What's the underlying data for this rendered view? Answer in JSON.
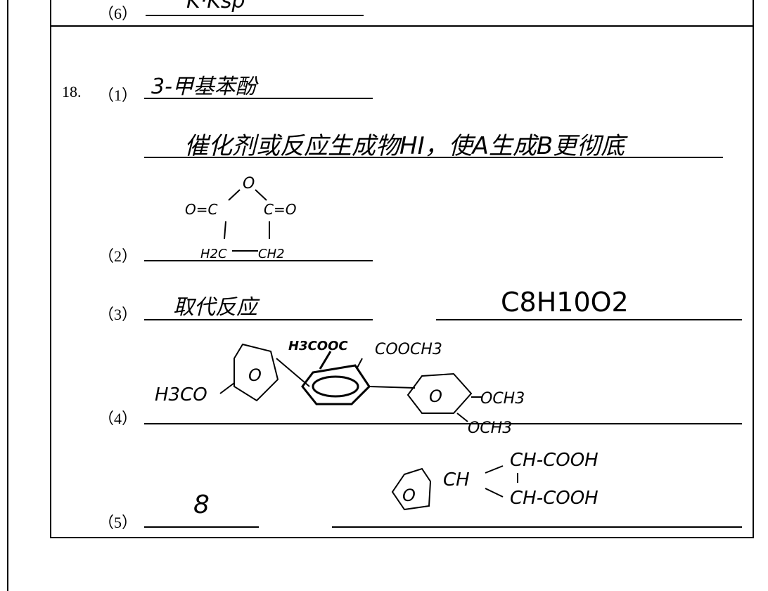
{
  "q6": {
    "label": "（6）",
    "answer": "K·Ksp"
  },
  "q18": {
    "number": "18.",
    "p1": {
      "label": "（1）",
      "answer_a": "3-甲基苯酚",
      "answer_b": "催化剂或反应生成物HI，使A生成B更彻底"
    },
    "p2": {
      "label": "（2）",
      "structure": {
        "o_top": "O",
        "left": "O=C",
        "right": "C=O",
        "bottom_left": "H2C",
        "bottom_right": "CH2"
      }
    },
    "p3": {
      "label": "（3）",
      "answer_a": "取代反应",
      "answer_b": "C8H10O2"
    },
    "p4": {
      "label": "（4）",
      "structure": {
        "left_group": "H3CO",
        "top_group_1": "H3COOC",
        "top_group_2": "COOCH3",
        "right_group_1": "OCH3",
        "right_group_2": "OCH3",
        "ring": "O"
      }
    },
    "p5": {
      "label": "（5）",
      "answer_a": "8",
      "structure": {
        "ring": "O",
        "ch": "CH",
        "top": "CH-COOH",
        "bottom": "CH-COOH"
      }
    }
  }
}
